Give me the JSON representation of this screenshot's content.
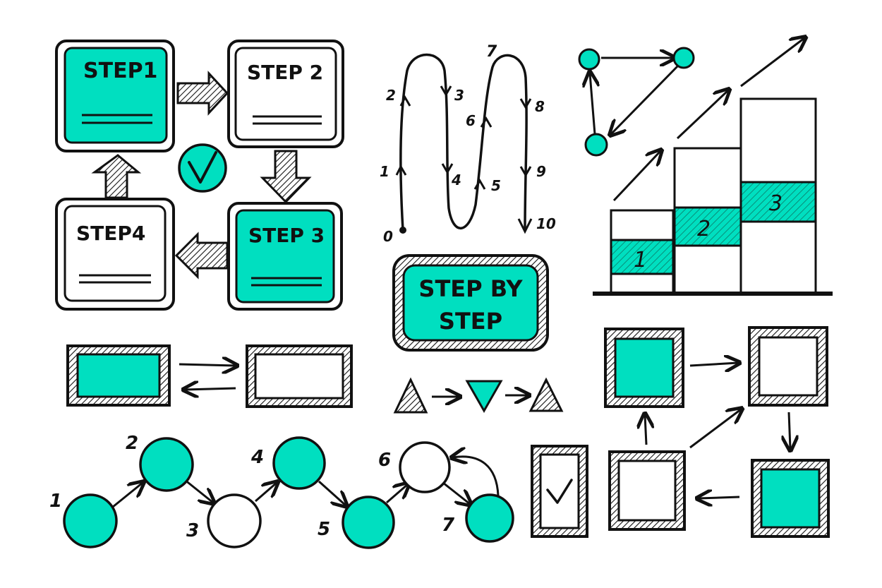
{
  "colors": {
    "accent": "#00dfc0",
    "ink": "#111111",
    "paper": "#ffffff"
  },
  "cycle": {
    "steps": [
      {
        "label": "STEP1",
        "filled": true
      },
      {
        "label": "STEP 2",
        "filled": false
      },
      {
        "label": "STEP 3",
        "filled": true
      },
      {
        "label": "STEP4",
        "filled": false
      }
    ],
    "center_icon": "check-circle-icon"
  },
  "path_numbers": [
    "0",
    "1",
    "2",
    "3",
    "4",
    "5",
    "6",
    "7",
    "8",
    "9",
    "10"
  ],
  "step_by_step": {
    "line1": "STEP BY",
    "line2": "STEP"
  },
  "staircase": {
    "labels": [
      "1",
      "2",
      "3"
    ]
  },
  "node_chain": {
    "nodes": [
      {
        "label": "1",
        "filled": true
      },
      {
        "label": "2",
        "filled": true
      },
      {
        "label": "3",
        "filled": false
      },
      {
        "label": "4",
        "filled": true
      },
      {
        "label": "5",
        "filled": true
      },
      {
        "label": "6",
        "filled": false
      },
      {
        "label": "7",
        "filled": true
      }
    ]
  },
  "checkbox_icon": "check-mark-icon"
}
